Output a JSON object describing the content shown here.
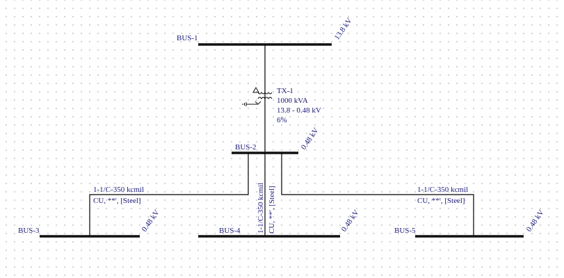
{
  "diagram": {
    "type": "one-line electrical diagram",
    "buses": [
      {
        "id": "BUS-1",
        "voltage": "13.8 kV"
      },
      {
        "id": "BUS-2",
        "voltage": "0.48 kV"
      },
      {
        "id": "BUS-3",
        "voltage": "0.48 kV"
      },
      {
        "id": "BUS-4",
        "voltage": "0.48 kV"
      },
      {
        "id": "BUS-5",
        "voltage": "0.48 kV"
      }
    ],
    "transformer": {
      "id": "TX-1",
      "rating": "1000 kVA",
      "voltage": "13.8 - 0.48 kV",
      "impedance": "6%",
      "primary_symbol": "delta",
      "secondary_symbol": "wye-grounded"
    },
    "cables": [
      {
        "from": "BUS-2",
        "to": "BUS-3",
        "size": "1-1/C-350 kcmil",
        "spec": "CU, **', [Steel]"
      },
      {
        "from": "BUS-2",
        "to": "BUS-4",
        "size": "1-1/C-350 kcmil",
        "spec": "CU, **', [Steel]"
      },
      {
        "from": "BUS-2",
        "to": "BUS-5",
        "size": "1-1/C-350 kcmil",
        "spec": "CU, **', [Steel]"
      }
    ],
    "connections": [
      {
        "from": "BUS-1",
        "to": "TX-1"
      },
      {
        "from": "TX-1",
        "to": "BUS-2"
      }
    ]
  }
}
